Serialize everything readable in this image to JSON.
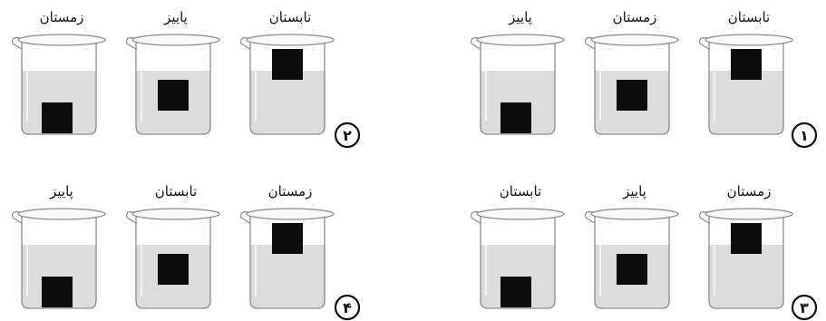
{
  "colors": {
    "liquid": "#dcdcdc",
    "glass_stroke": "#8a8a8a",
    "block": "#0d0d0d",
    "text": "#111111"
  },
  "panels": [
    {
      "number": "۱",
      "beakers": [
        {
          "label": "تابستان",
          "level": "top"
        },
        {
          "label": "زمستان",
          "level": "middle"
        },
        {
          "label": "پاییز",
          "level": "bottom"
        }
      ]
    },
    {
      "number": "۲",
      "beakers": [
        {
          "label": "تابستان",
          "level": "top"
        },
        {
          "label": "پاییز",
          "level": "middle"
        },
        {
          "label": "زمستان",
          "level": "bottom"
        }
      ]
    },
    {
      "number": "۳",
      "beakers": [
        {
          "label": "زمستان",
          "level": "top"
        },
        {
          "label": "پاییز",
          "level": "middle"
        },
        {
          "label": "تابستان",
          "level": "bottom"
        }
      ]
    },
    {
      "number": "۴",
      "beakers": [
        {
          "label": "زمستان",
          "level": "top"
        },
        {
          "label": "تابستان",
          "level": "middle"
        },
        {
          "label": "پاییز",
          "level": "bottom"
        }
      ]
    }
  ]
}
